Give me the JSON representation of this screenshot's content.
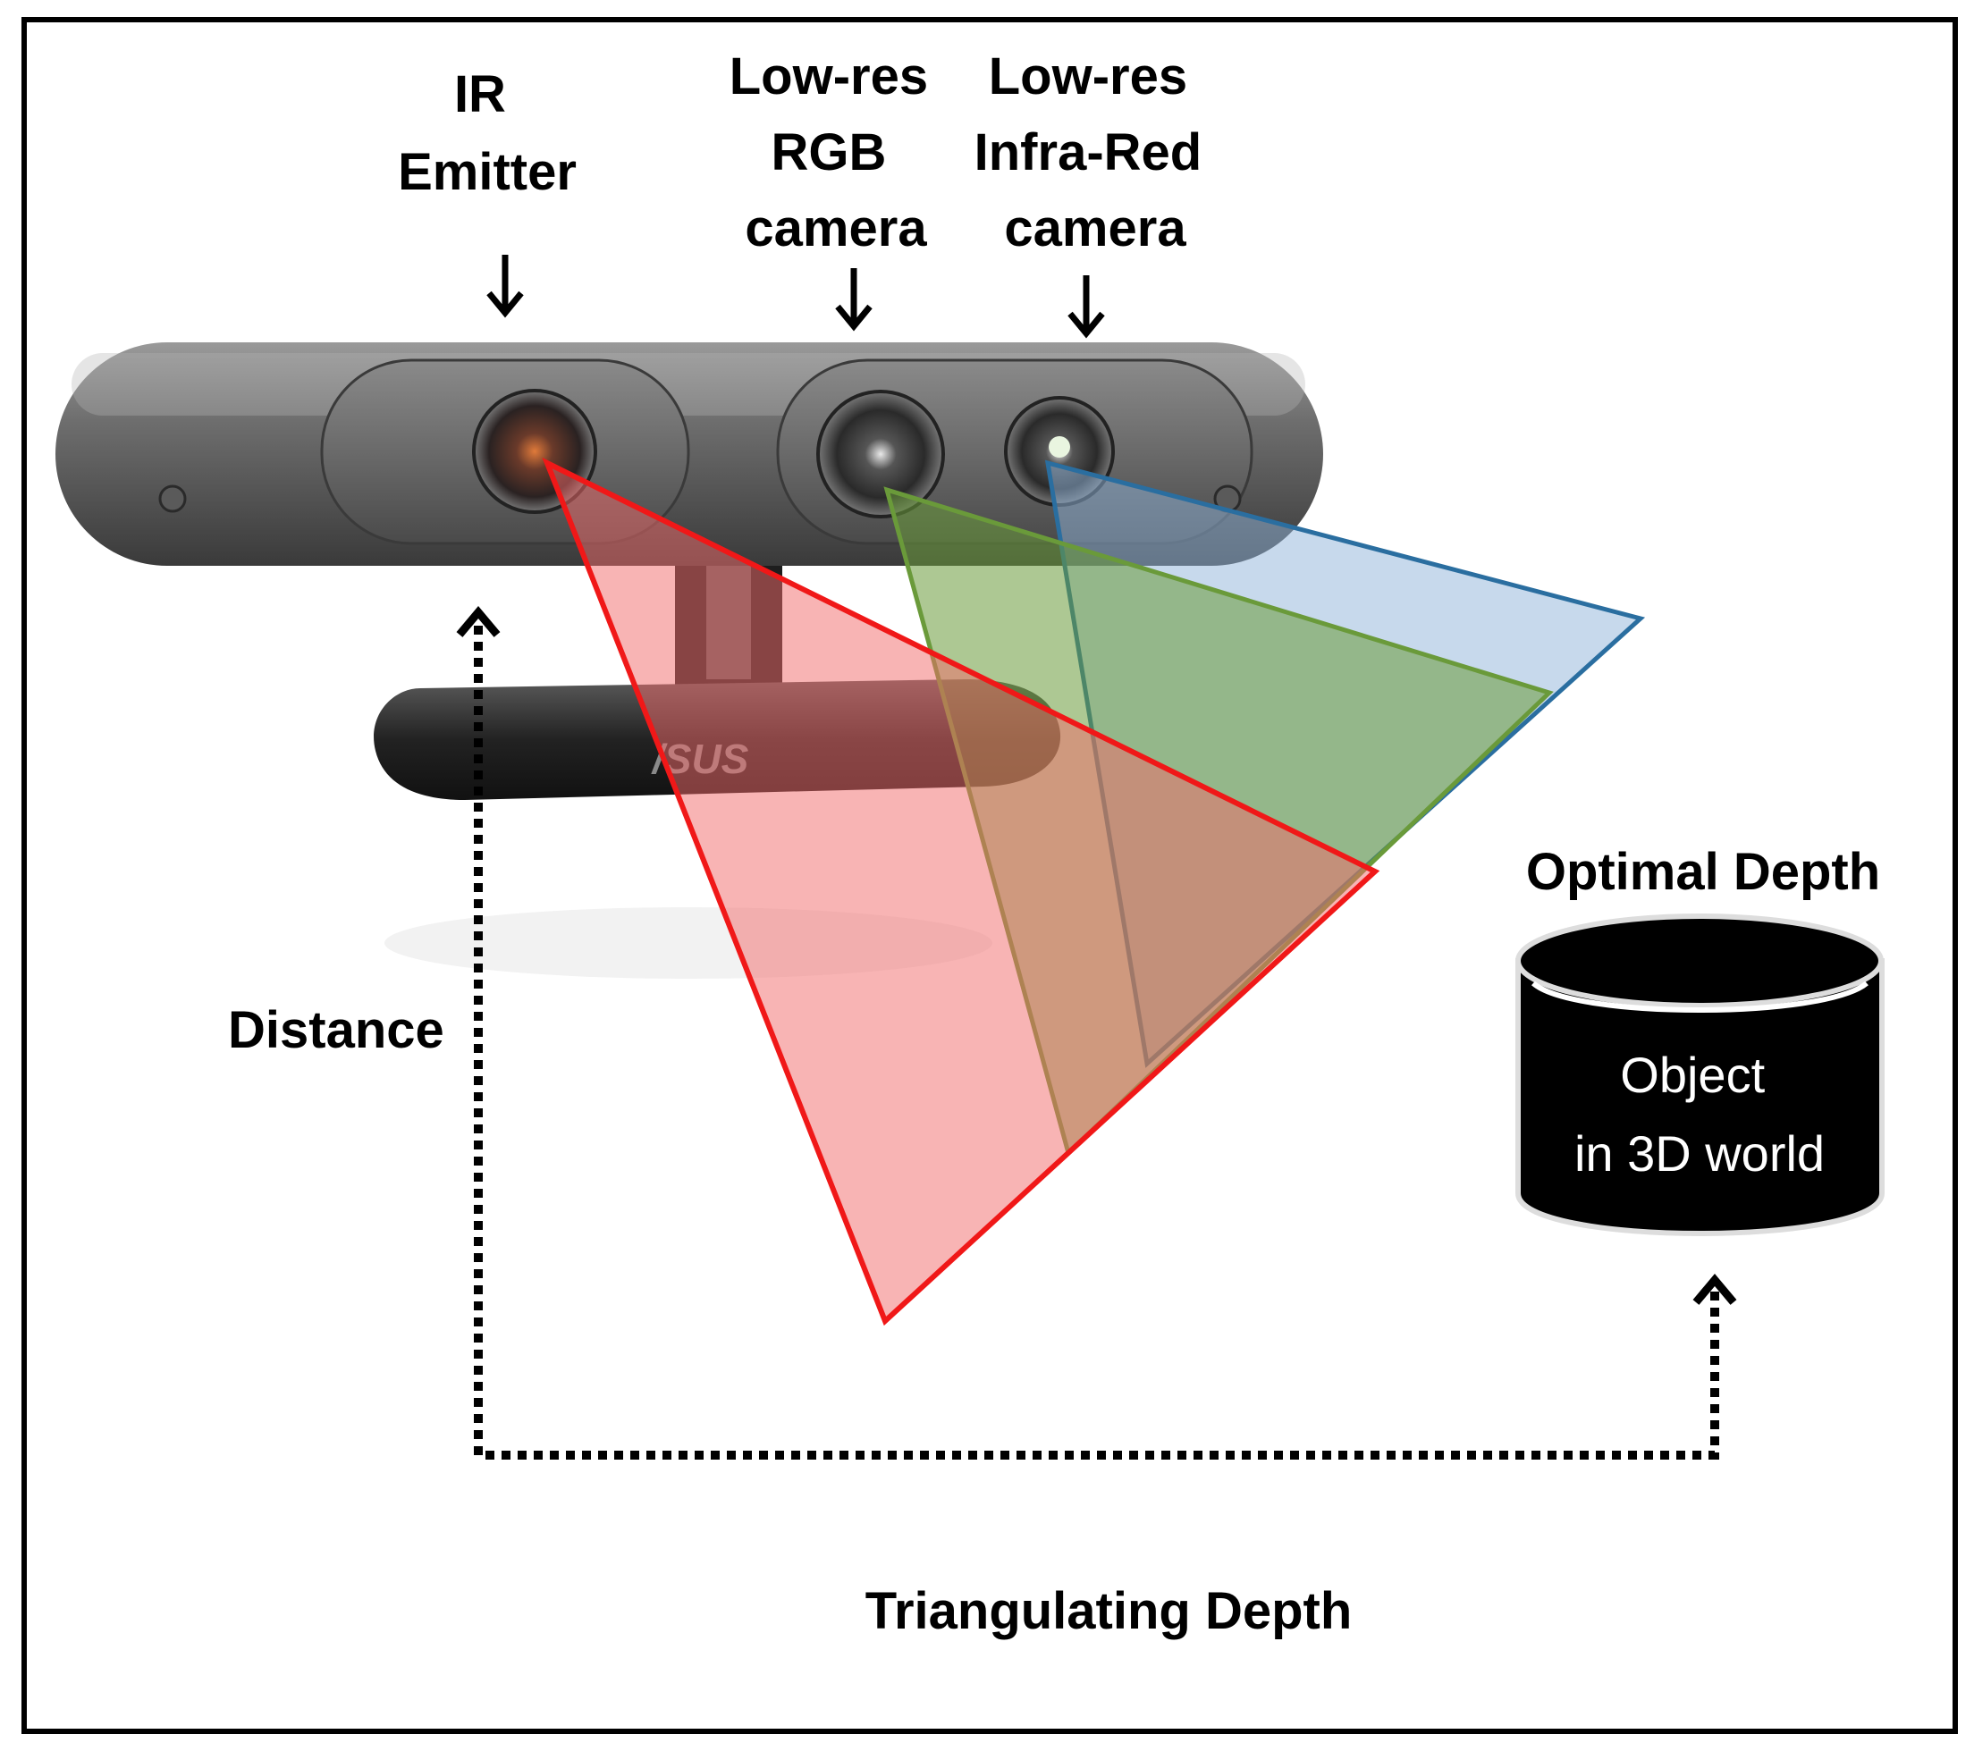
{
  "labels": {
    "ir_emitter": [
      "IR",
      "Emitter"
    ],
    "rgb_camera": [
      "Low-res",
      "RGB",
      "camera"
    ],
    "ir_camera": [
      "Low-res",
      "Infra-Red",
      "camera"
    ],
    "distance": "Distance",
    "optimal_depth": "Optimal Depth",
    "object": [
      "Object",
      "in 3D world"
    ],
    "caption": "Triangulating Depth"
  },
  "device": {
    "brand_text": "/SUS"
  },
  "colors": {
    "ir_cone": "#f02020",
    "rgb_cone": "#6a9a3a",
    "ir_camera_cone": "#2a6ea0",
    "object_fill": "#000000",
    "frame": "#000000"
  }
}
